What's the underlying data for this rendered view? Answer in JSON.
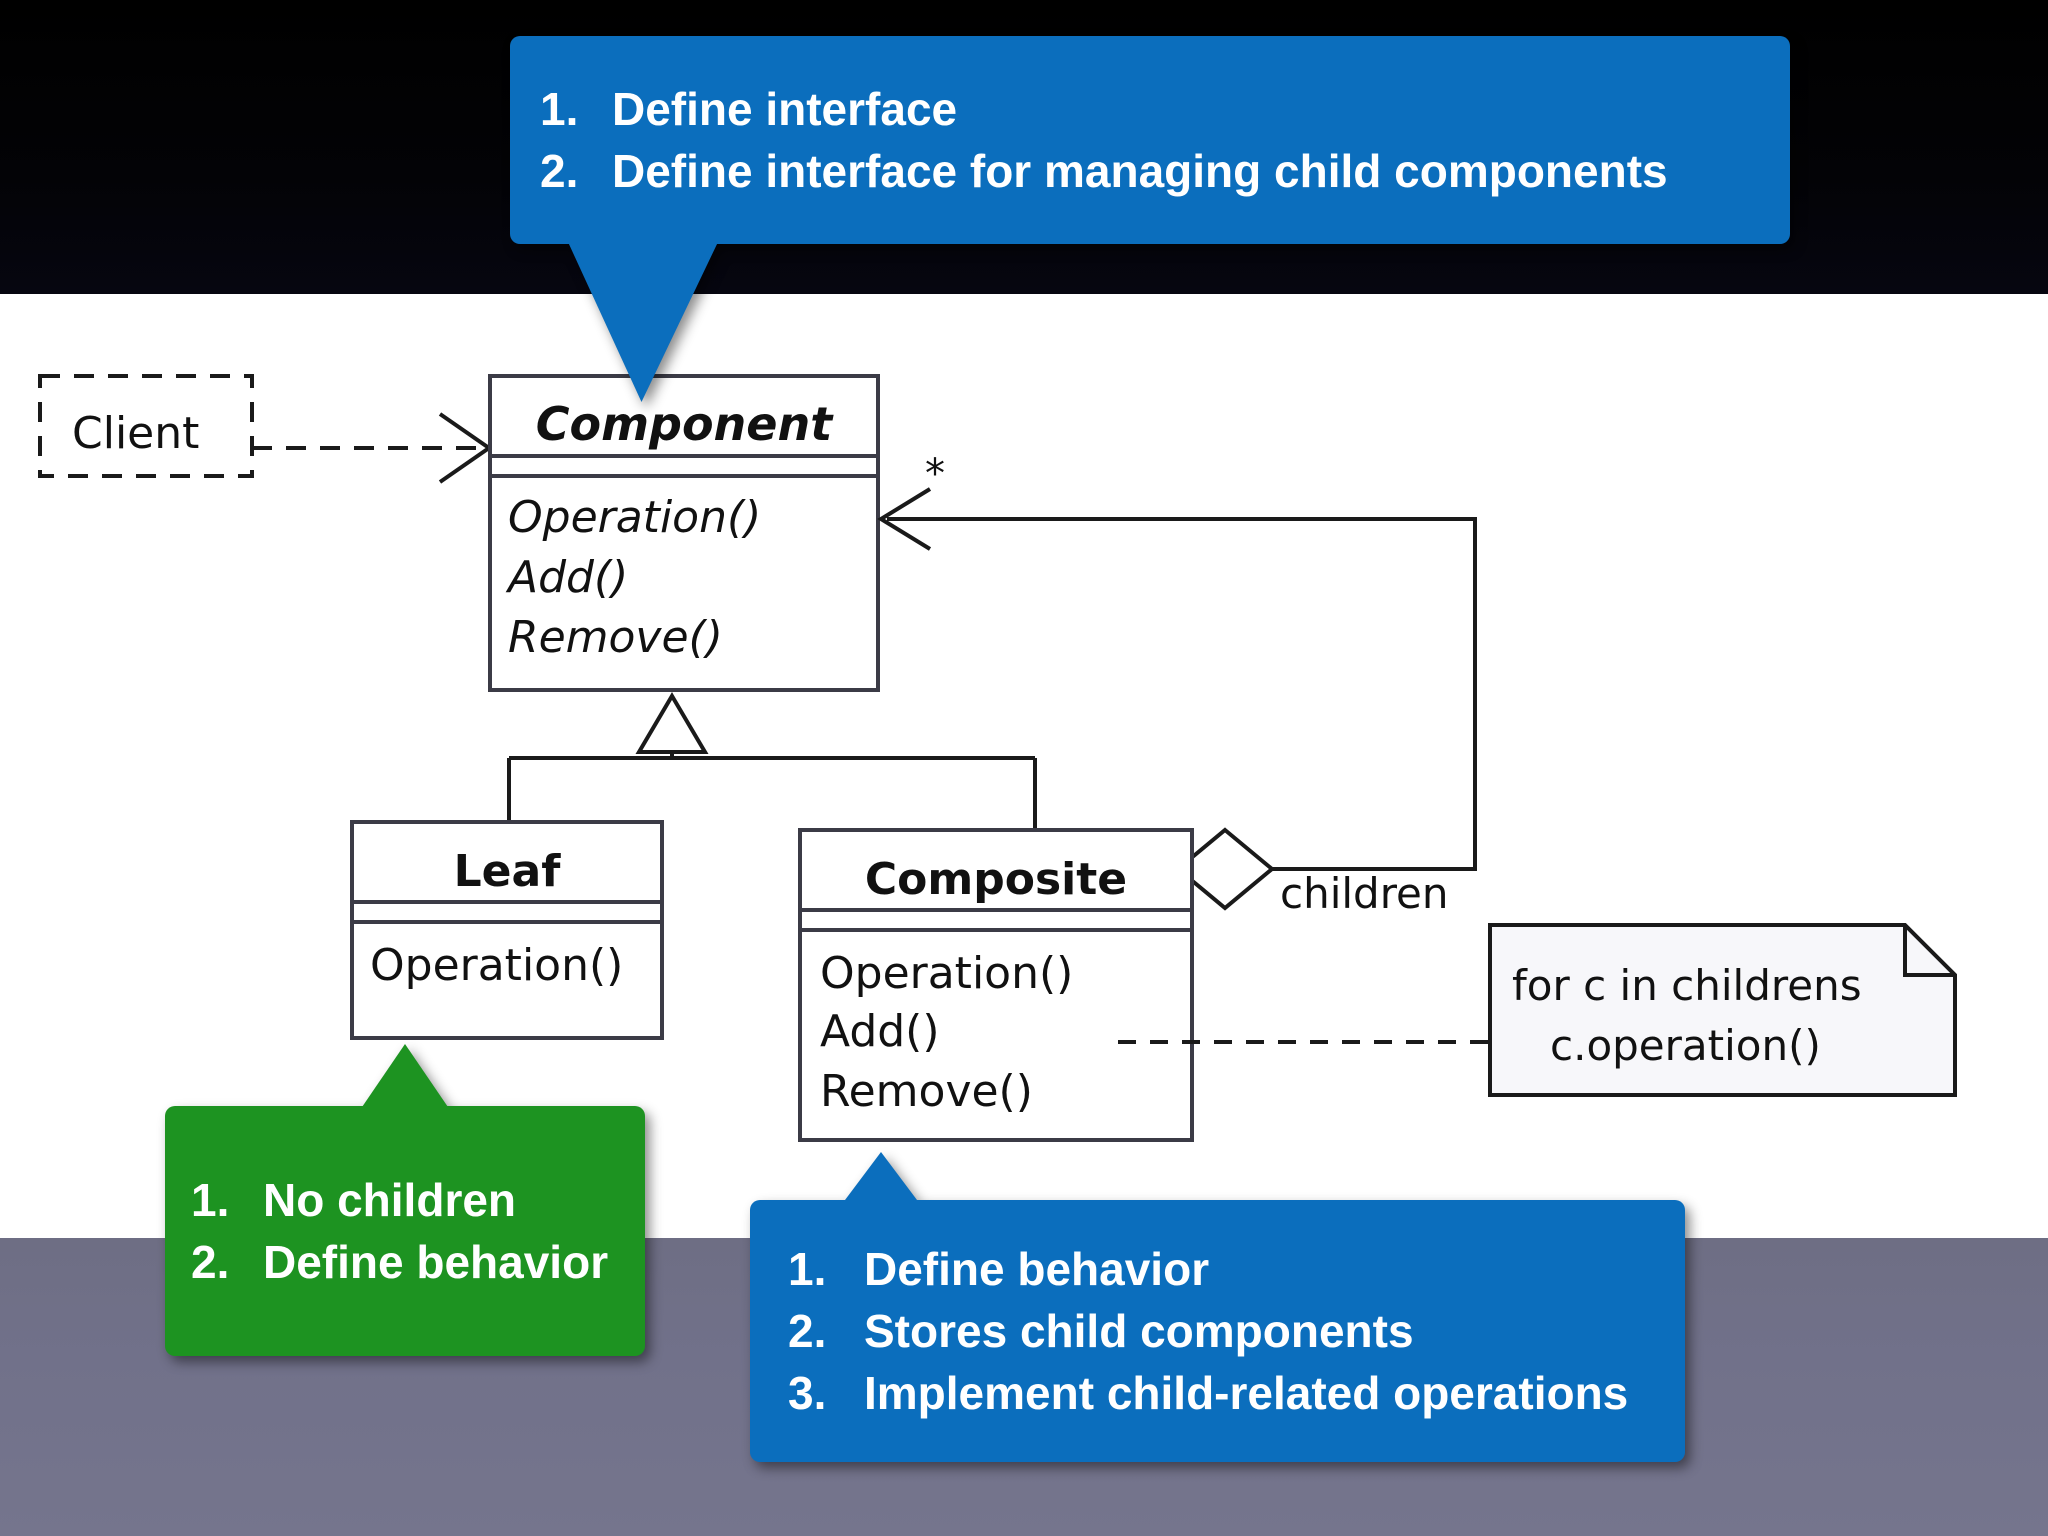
{
  "diagram": {
    "title": "Composite design pattern UML class diagram",
    "background": {
      "top_band_color": "#000000",
      "middle_band_color": "#ffffff",
      "bottom_band_color": "#6e6e84"
    },
    "client": {
      "label": "Client",
      "dependency_arrow_target": "Component"
    },
    "classes": [
      {
        "id": "component",
        "name": "Component",
        "abstract": true,
        "attributes": [],
        "operations": [
          "Operation()",
          "Add()",
          "Remove()"
        ]
      },
      {
        "id": "leaf",
        "name": "Leaf",
        "abstract": false,
        "attributes": [],
        "operations": [
          "Operation()"
        ]
      },
      {
        "id": "composite",
        "name": "Composite",
        "abstract": false,
        "attributes": [],
        "operations": [
          "Operation()",
          "Add()",
          "Remove()"
        ]
      }
    ],
    "association": {
      "role_label": "children",
      "multiplicity": "*",
      "kind": "aggregation",
      "from": "Composite",
      "to": "Component"
    },
    "note": {
      "lines": [
        "for c in childrens",
        "c.operation()"
      ],
      "attached_to": "Composite.Operation()"
    }
  },
  "callouts": [
    {
      "id": "top",
      "color": "#0b6ebd",
      "text_color": "#ffffff",
      "points_to": "Component",
      "items": [
        {
          "num": "1.",
          "text": "Define interface"
        },
        {
          "num": "2.",
          "text": "Define interface for managing child components"
        }
      ]
    },
    {
      "id": "green",
      "color": "#1d9321",
      "text_color": "#ffffff",
      "points_to": "Leaf",
      "items": [
        {
          "num": "1.",
          "text": "No children"
        },
        {
          "num": "2.",
          "text": "Define behavior"
        }
      ]
    },
    {
      "id": "bottom",
      "color": "#0b6ebd",
      "text_color": "#ffffff",
      "points_to": "Composite",
      "items": [
        {
          "num": "1.",
          "text": "Define behavior"
        },
        {
          "num": "2.",
          "text": "Stores child components"
        },
        {
          "num": "3.",
          "text": "Implement child-related operations"
        }
      ]
    }
  ]
}
